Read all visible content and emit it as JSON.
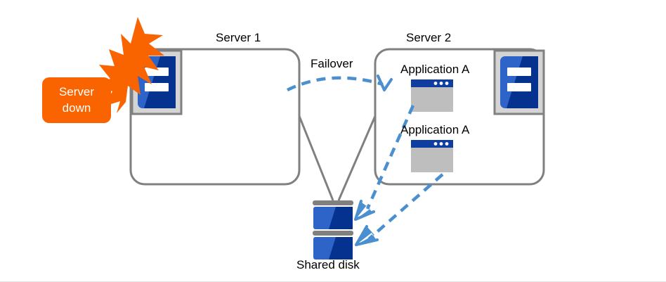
{
  "diagram": {
    "title_server1": "Server 1",
    "title_server2": "Server 2",
    "failover_label": "Failover",
    "application_label_1": "Application A",
    "application_label_2": "Application A",
    "shared_disk_label": "Shared disk",
    "server_down_line1": "Server",
    "server_down_line2": "down",
    "icons": {
      "server1_machine": "server-icon",
      "server2_machine": "server-icon",
      "app_window_1": "application-window-icon",
      "app_window_2": "application-window-icon",
      "shared_disk": "disk-stack-icon",
      "failure_burst": "lightning-burst-icon"
    },
    "colors": {
      "alert_orange": "#F96400",
      "server_blue_light": "#2E63C8",
      "server_blue_dark": "#05328E",
      "icon_frame_gray": "#D4D4D4",
      "icon_frame_border": "#808080",
      "box_border_gray": "#808080",
      "arrow_blue": "#4A8FD0",
      "window_body_gray": "#BEBEBE",
      "window_titlebar_blue": "#0F3DA0",
      "disk_band_gray": "#808080",
      "text_black": "#000000",
      "background": "#FFFFFF"
    }
  }
}
